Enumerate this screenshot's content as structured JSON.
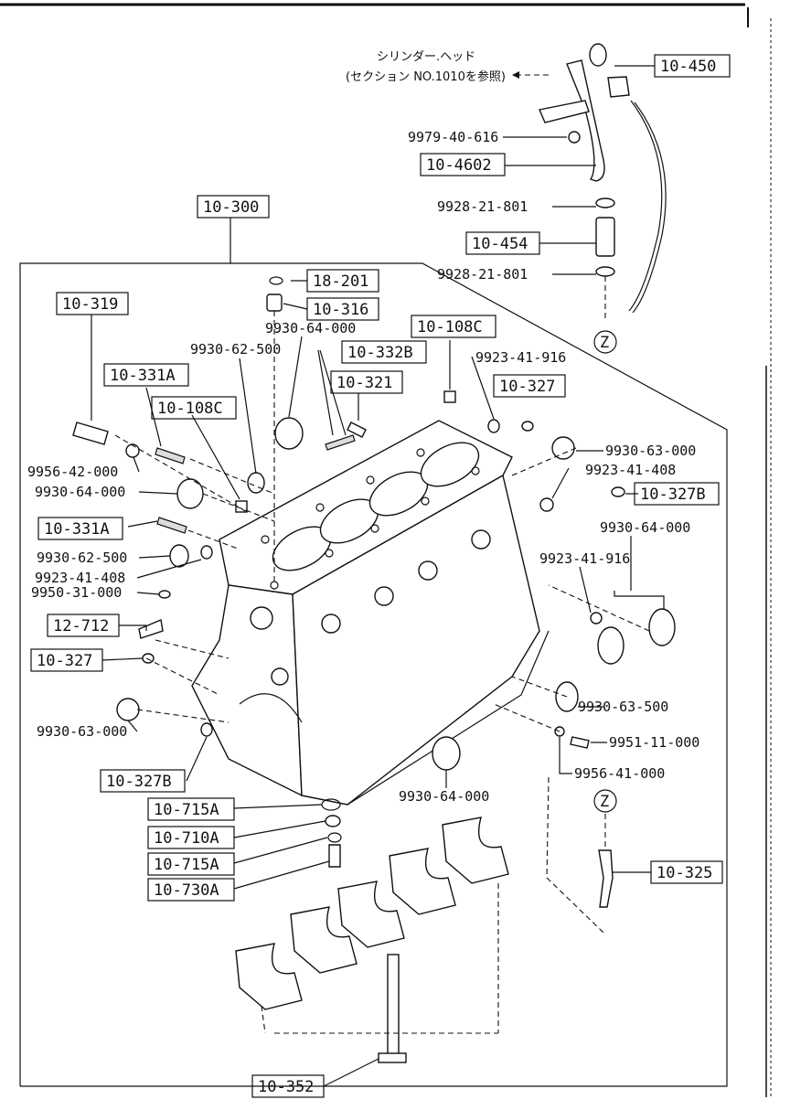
{
  "note": {
    "line1": "シリンダー.ヘッド",
    "line2": "(セクション NO.1010を参照)"
  },
  "boxed_part_numbers": {
    "p10_450": "10-450",
    "p10_4602": "10-4602",
    "p10_454": "10-454",
    "p10_300": "10-300",
    "p18_201": "18-201",
    "p10_316": "10-316",
    "p10_319": "10-319",
    "p10_108c_a": "10-108C",
    "p10_332b": "10-332B",
    "p10_321": "10-321",
    "p10_331a_a": "10-331A",
    "p10_108c_b": "10-108C",
    "p10_327_a": "10-327",
    "p10_327b_a": "10-327B",
    "p10_331a_b": "10-331A",
    "p12_712": "12-712",
    "p10_327_b": "10-327",
    "p10_327b_b": "10-327B",
    "p10_715a_a": "10-715A",
    "p10_710a": "10-710A",
    "p10_715a_b": "10-715A",
    "p10_730a": "10-730A",
    "p10_325": "10-325",
    "p10_352": "10-352"
  },
  "plain_part_numbers": {
    "n9979_40_616": "9979-40-616",
    "n9928_21_801_a": "9928-21-801",
    "n9928_21_801_b": "9928-21-801",
    "n9930_64_000_top": "9930-64-000",
    "n9930_62_500_top": "9930-62-500",
    "n9923_41_916_top": "9923-41-916",
    "n9930_63_000_r": "9930-63-000",
    "n9923_41_408_r": "9923-41-408",
    "n9956_42_000": "9956-42-000",
    "n9930_64_000_l": "9930-64-000",
    "n9930_64_000_r": "9930-64-000",
    "n9930_62_500_l": "9930-62-500",
    "n9923_41_408_l": "9923-41-408",
    "n9950_31_000": "9950-31-000",
    "n9923_41_916_r": "9923-41-916",
    "n9930_63_000_l": "9930-63-000",
    "n9930_63_500": "9930-63-500",
    "n9951_11_000": "9951-11-000",
    "n9956_41_000": "9956-41-000",
    "n9930_64_000_b": "9930-64-000"
  },
  "reference_markers": {
    "z_top": "Z",
    "z_bottom": "Z"
  }
}
